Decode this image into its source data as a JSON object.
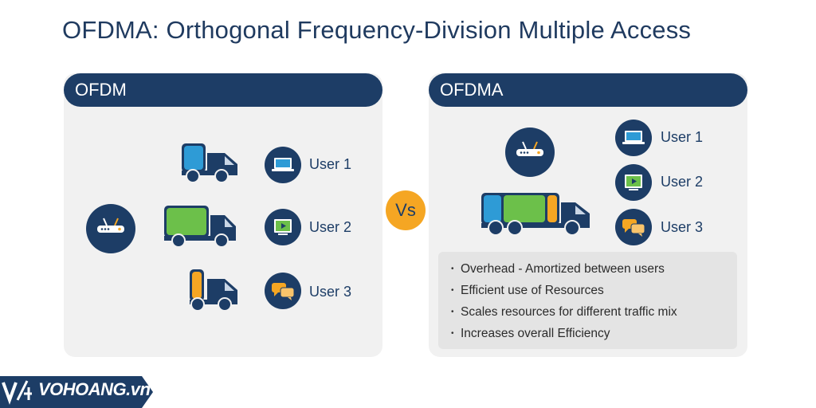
{
  "title": "OFDMA: Orthogonal Frequency-Division Multiple Access",
  "left_panel": {
    "header": "OFDM",
    "users": [
      "User 1",
      "User 2",
      "User 3"
    ]
  },
  "vs_label": "Vs",
  "right_panel": {
    "header": "OFDMA",
    "users": [
      "User 1",
      "User 2",
      "User 3"
    ],
    "bullets": [
      "Overhead - Amortized between users",
      "Efficient use of Resources",
      "Scales resources for different traffic mix",
      "Increases overall Efficiency"
    ]
  },
  "watermark": {
    "text": "VOHOANG.vn"
  },
  "colors": {
    "navy": "#1d3d66",
    "blue": "#2e9bd6",
    "green": "#6cc04a",
    "orange": "#f5a623",
    "panel": "#f1f1f1"
  },
  "icons": [
    "router-icon",
    "truck-icon",
    "laptop-icon",
    "video-screen-icon",
    "chat-bubbles-icon"
  ]
}
